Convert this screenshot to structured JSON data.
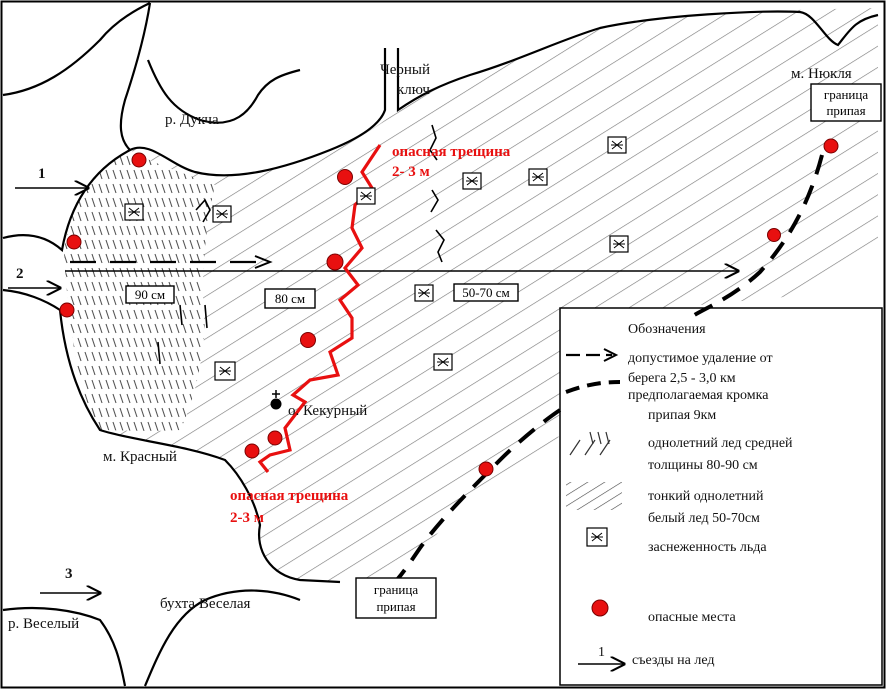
{
  "places": {
    "duk": "р. Дукча",
    "chern1": "Черный",
    "chern2": "ключ",
    "nyukl": "м. Нюкля",
    "kekur": "о. Кекурный",
    "krasn": "м. Красный",
    "vesel_bay": "бухта Веселая",
    "vesel_river": "р. Веселый"
  },
  "crack": {
    "line1": "опасная трещина",
    "line2": "2- 3 м"
  },
  "crack2": {
    "line1": "опасная трещина",
    "line2": "2-3 м"
  },
  "boundary": {
    "line1": "граница",
    "line2": "припая"
  },
  "thickness": {
    "t90": "90 см",
    "t80": "80 см",
    "t5070": "50-70 см"
  },
  "exits": [
    "1",
    "2",
    "3"
  ],
  "legend": {
    "title": "Обозначения",
    "items": [
      {
        "icon": "dash-arrow-icon",
        "lines": [
          "допустимое удаление от",
          "берега 2,5 - 3,0 км"
        ]
      },
      {
        "icon": "thick-dash-icon",
        "lines": [
          "предполагаемая кромка",
          "припая 9км"
        ]
      },
      {
        "icon": "medium-ice-hatch-icon",
        "lines": [
          "однолетний лед средней",
          "толщины 80-90 см"
        ]
      },
      {
        "icon": "thin-ice-hatch-icon",
        "lines": [
          "тонкий однолетний",
          "белый лед   50-70см"
        ]
      },
      {
        "icon": "snow-box-icon",
        "lines": [
          "заснеженность льда"
        ]
      },
      {
        "icon": "red-dot-icon",
        "lines": [
          "опасные места"
        ]
      },
      {
        "icon": "exit-arrow-icon",
        "number": "1",
        "lines": [
          "съезды на лед"
        ]
      }
    ]
  },
  "colors": {
    "danger": "#e81010",
    "line": "#000000",
    "hatch": "#7a7a7a",
    "background": "#ffffff"
  }
}
